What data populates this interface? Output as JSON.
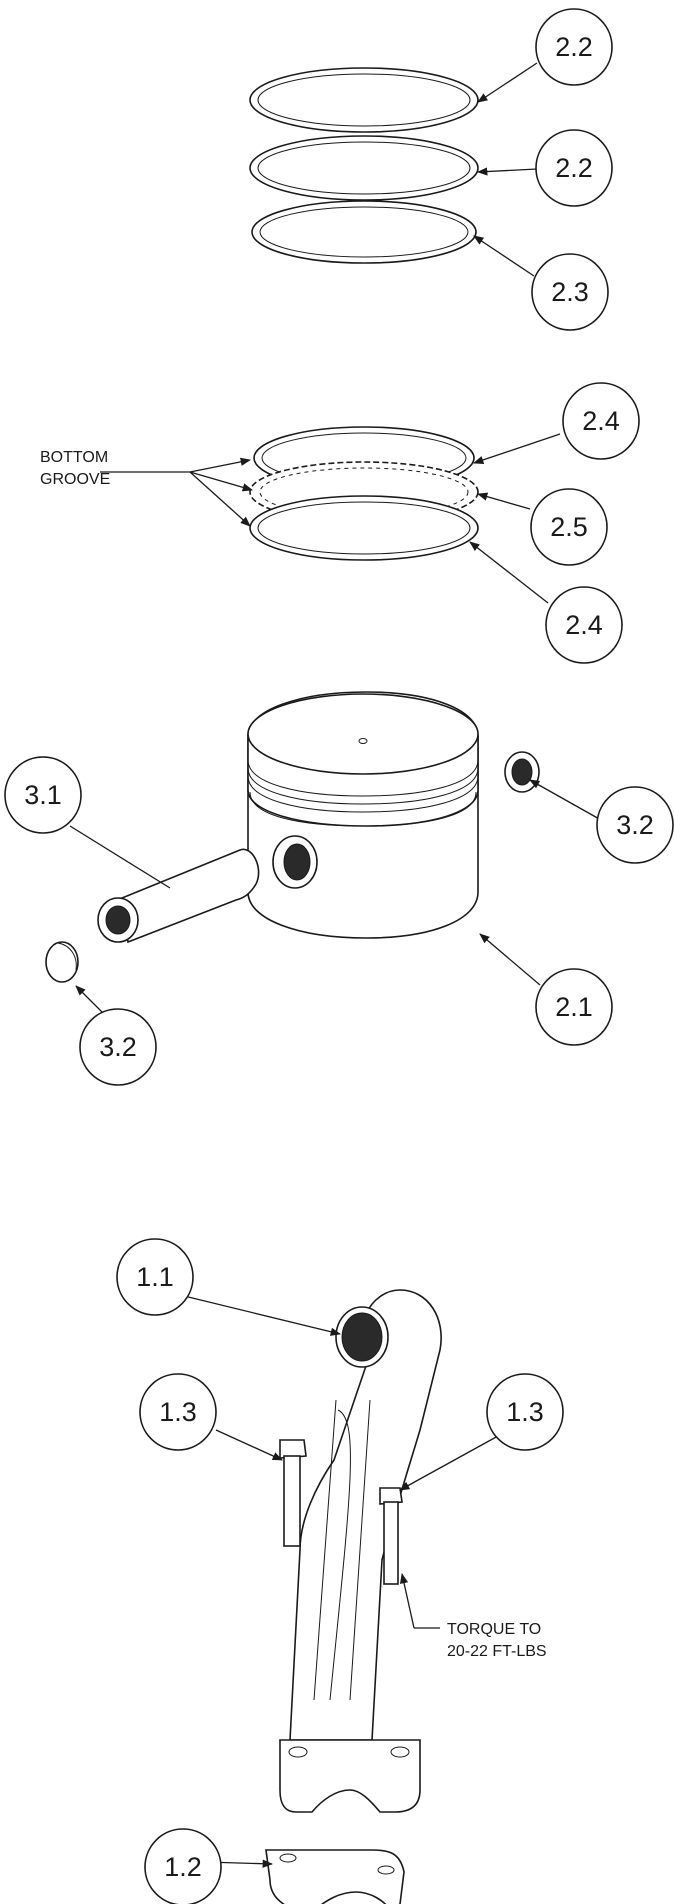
{
  "callouts": {
    "ring_top_1": "2.2",
    "ring_top_2": "2.2",
    "ring_oil_rail": "2.3",
    "ring_rail_upper": "2.4",
    "ring_expander": "2.5",
    "ring_rail_lower": "2.4",
    "wrist_pin": "3.1",
    "pin_clip_right": "3.2",
    "piston": "2.1",
    "pin_clip_left": "3.2",
    "con_rod": "1.1",
    "bolt_left": "1.3",
    "bolt_right": "1.3",
    "rod_cap": "1.2"
  },
  "notes": {
    "bottom_groove_line1": "BOTTOM",
    "bottom_groove_line2": "GROOVE",
    "torque_line1": "TORQUE TO",
    "torque_line2": "20-22 FT-LBS"
  }
}
